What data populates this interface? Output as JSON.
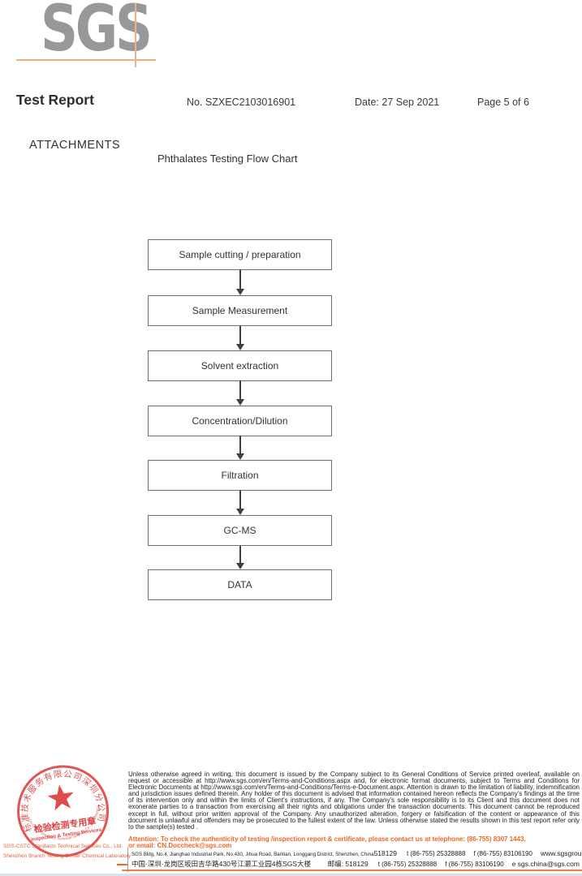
{
  "logo": {
    "text": "SGS"
  },
  "header": {
    "title": "Test Report",
    "report_no": "No. SZXEC2103016901",
    "date": "Date: 27 Sep 2021",
    "page_info": "Page 5 of 6"
  },
  "attachments": {
    "heading": "ATTACHMENTS",
    "chart_title": "Phthalates Testing Flow Chart"
  },
  "flowchart": {
    "steps": [
      {
        "label": "Sample cutting / preparation"
      },
      {
        "label": "Sample Measurement"
      },
      {
        "label": "Solvent extraction"
      },
      {
        "label": "Concentration/Dilution"
      },
      {
        "label": "Filtration"
      },
      {
        "label": "GC-MS"
      },
      {
        "label": "DATA"
      }
    ]
  },
  "stamp": {
    "ring_text": "标准技术服务有限公司深圳分公司",
    "inner_arc_text": "SGS-CSTC Standards Technical Services Co., Ltd. Shenzhen Branch",
    "seal_line1": "检验检测专用章",
    "seal_line2": "Inspection & Testing Services",
    "company_line1": "SGS-CSTC Standards Technical Services Co., Ltd.",
    "company_line2": "Shenzhen Branch Testing Center Chemical Laboratory",
    "color": "#dc4242"
  },
  "footer": {
    "legal_text": "Unless otherwise agreed in writing, this document is issued by the Company subject to its General Conditions of Service printed overleaf, available on request or accessible at http://www.sgs.com/en/Terms-and-Conditions.aspx and, for electronic format documents, subject to Terms and Conditions for Electronic Documents at http://www.sgs.com/en/Terms-and-Conditions/Terms-e-Document.aspx. Attention is drawn to the limitation of liability, indemnification and jurisdiction issues defined therein. Any holder of this document is advised that information contained hereon reflects the Company's findings at the time of its intervention only and within the limits of Client's instructions, if any. The Company's sole responsibility is to its Client and this document does not exonerate parties to a transaction from exercising all their rights and obligations under the transaction documents. This document cannot be reproduced except in full, without prior written approval of the Company. Any unauthorized alteration, forgery or falsification of the content or appearance of this document is unlawful and offenders may be prosecuted to the fullest extent of the law. Unless otherwise stated the results shown in this test report refer only to the sample(s) tested .",
    "attention_line1": "Attention: To check the authenticity of testing /inspection report & certificate, please contact us at telephone: (86-755) 8307 1443,",
    "attention_line2": "or email: CN.Doccheck@sgs.com",
    "address_en": "SGS Bldg, No.4, Jianghao Industrial Park, No.430, Jihua Road, Bantian, Longgang District, Shenzhen, China",
    "zip_en": "518129",
    "address_cn": "中国·深圳·龙岗区坂田吉华路430号江灏工业园4栋SGS大楼",
    "zip_cn": "邮编: 518129",
    "tel": "t  (86-755) 25328888",
    "fax": "f  (86-755) 83106190",
    "web": "www.sgsgroup.com.cn",
    "email": "e  sgs.china@sgs.com",
    "accent_color": "#f26522"
  }
}
